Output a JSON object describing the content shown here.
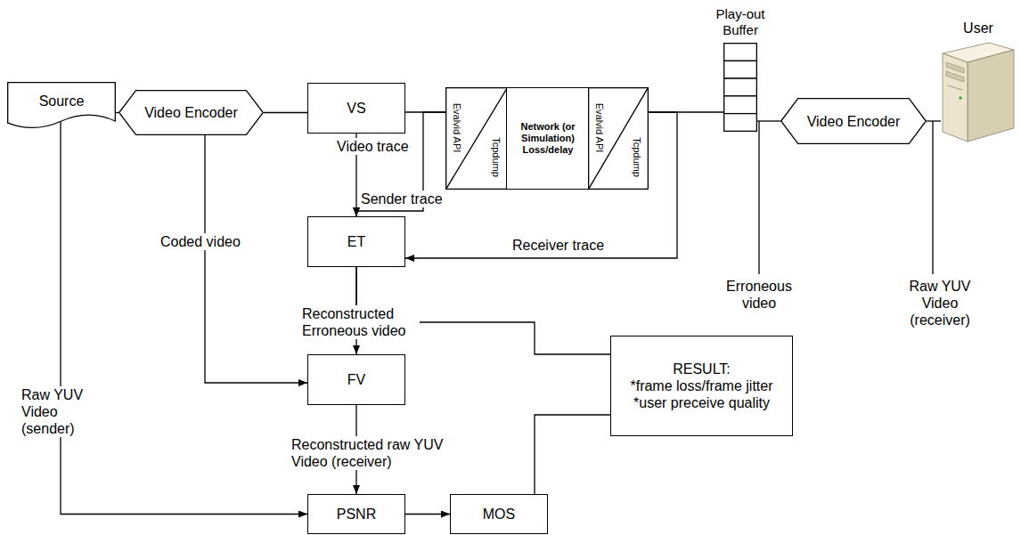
{
  "diagram": {
    "nodes": [
      {
        "text": [
          "Source"
        ]
      },
      {
        "text": [
          "Video Encoder"
        ]
      },
      {
        "text": [
          "VS"
        ]
      },
      {
        "text": [
          "Evalvid API",
          "Tcpdump"
        ]
      },
      {
        "text": [
          "Network (or Simulation) Loss/delay"
        ]
      },
      {
        "text": [
          "Evalvid API",
          "Tcpdump"
        ]
      },
      {
        "text": [
          "Play-out Buffer"
        ]
      },
      {
        "text": [
          "Video Encoder"
        ]
      },
      {
        "text": [
          "User"
        ]
      },
      {
        "text": [
          "ET"
        ]
      },
      {
        "text": [
          "FV"
        ]
      },
      {
        "text": [
          "PSNR"
        ]
      },
      {
        "text": [
          "MOS"
        ]
      },
      {
        "text": [
          "RESULT:",
          "*frame loss/frame jitter",
          "*user preceive quality"
        ]
      }
    ],
    "edges": [
      {
        "from": 0,
        "to": 1,
        "arrow": "none"
      },
      {
        "from": 1,
        "to": 2,
        "arrow": "none"
      },
      {
        "from": 2,
        "to": 3,
        "arrow": "none"
      },
      {
        "from": 5,
        "to": 6,
        "arrow": "none"
      },
      {
        "from": 6,
        "to": 7,
        "arrow": "none"
      },
      {
        "from": 7,
        "to": 8,
        "arrow": "none"
      },
      {
        "from": 2,
        "to": 9,
        "label": "Video trace",
        "arrow": "to"
      },
      {
        "from": 3,
        "to": 9,
        "label": "Sender trace",
        "arrow": "to"
      },
      {
        "from": 5,
        "to": 9,
        "label": "Receiver trace",
        "arrow": "to"
      },
      {
        "from": 9,
        "to": 10,
        "label": "Reconstructed Erroneous video",
        "arrow": "to"
      },
      {
        "from": 9,
        "to": 13,
        "arrow": "none"
      },
      {
        "from": 1,
        "to": 10,
        "label": "Coded video",
        "arrow": "to"
      },
      {
        "from": 10,
        "to": 11,
        "label": "Reconstructed raw YUV Video (receiver)",
        "arrow": "to"
      },
      {
        "from": 0,
        "to": 11,
        "label": "Raw YUV Video (sender)",
        "arrow": "to"
      },
      {
        "from": 11,
        "to": 12,
        "arrow": "to"
      },
      {
        "from": 12,
        "to": 13,
        "arrow": "none"
      }
    ],
    "labels": [
      "Erroneous video",
      "Raw YUV Video (receiver)"
    ]
  }
}
